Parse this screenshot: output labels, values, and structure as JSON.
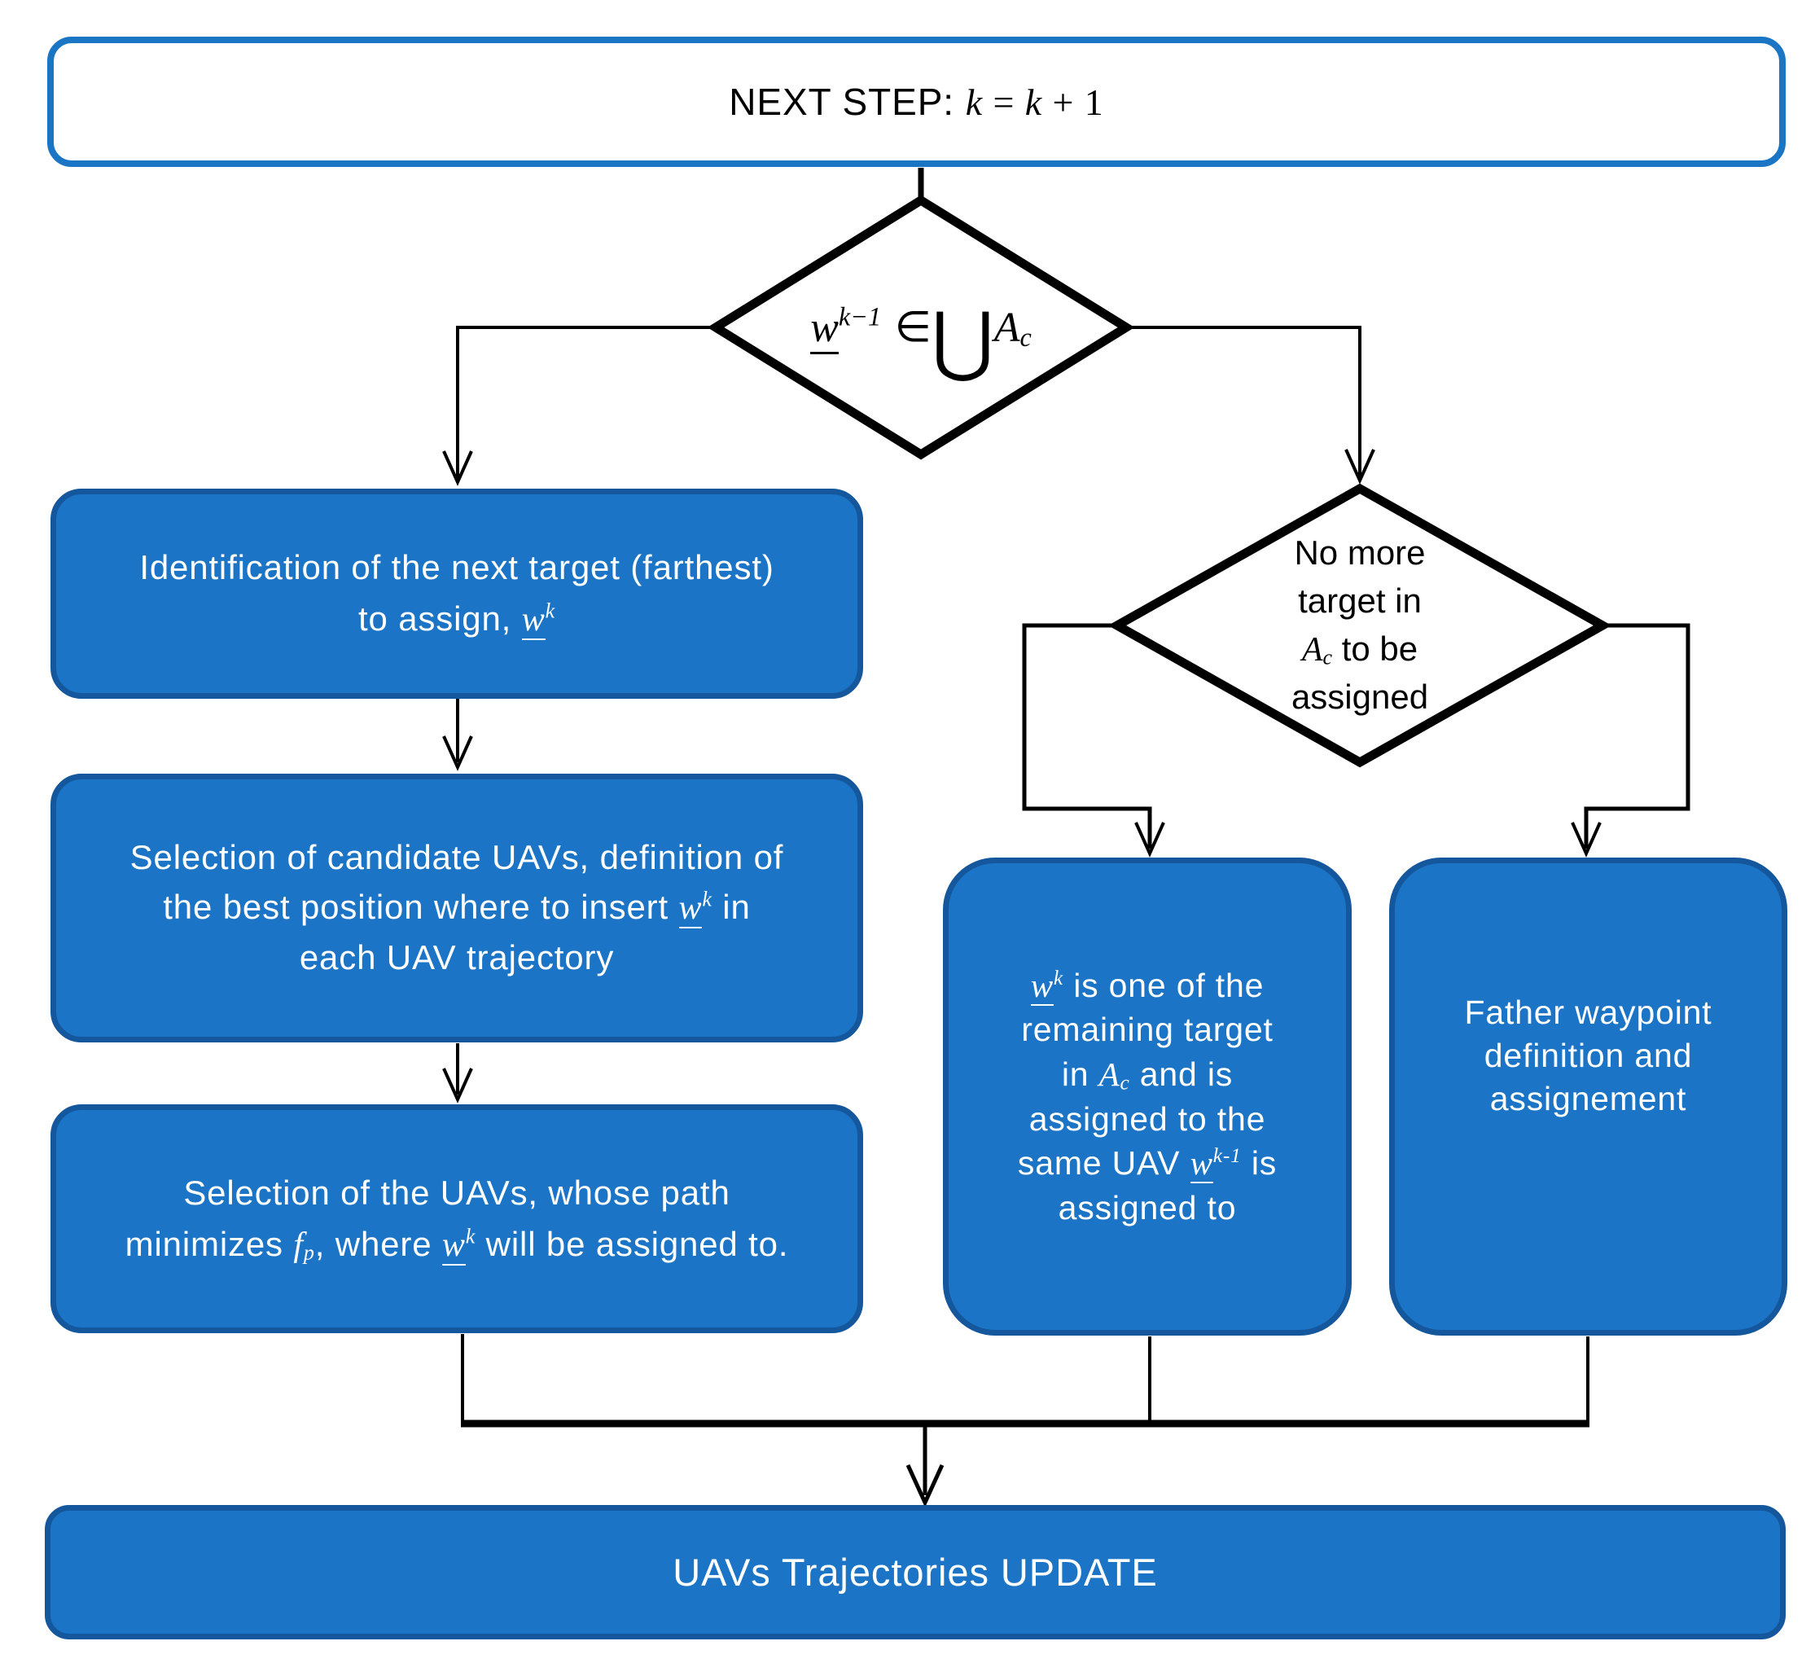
{
  "colors": {
    "node_fill": "#1B74C5",
    "node_border": "#14579C",
    "top_box_border": "#1B75C5",
    "connector": "#000000",
    "node_text": "#FFFFFF",
    "decision_text": "#000000"
  },
  "top_box": {
    "line": [
      {
        "t": "NEXT STEP: ",
        "c": "p"
      },
      {
        "t": "k",
        "c": "m"
      },
      {
        "t": " = ",
        "c": "s"
      },
      {
        "t": "k",
        "c": "m"
      },
      {
        "t": " + 1",
        "c": "s"
      }
    ]
  },
  "decision_membership": {
    "line": [
      {
        "t": "w",
        "c": "mu"
      },
      {
        "t": "k−1",
        "c": "sup"
      },
      {
        "t": " ∈",
        "c": "inop"
      },
      {
        "t": "⋃",
        "c": "cup"
      },
      {
        "t": "A",
        "c": "m"
      },
      {
        "t": "c",
        "c": "sub"
      }
    ]
  },
  "decision_no_more_target": {
    "lines": [
      [
        {
          "t": "No more",
          "c": "p"
        }
      ],
      [
        {
          "t": "target in",
          "c": "p"
        }
      ],
      [
        {
          "t": "A",
          "c": "m"
        },
        {
          "t": "c",
          "c": "sub"
        },
        {
          "t": " to be",
          "c": "p"
        }
      ],
      [
        {
          "t": "assigned",
          "c": "p"
        }
      ]
    ]
  },
  "box_identification": {
    "lines": [
      [
        {
          "t": "Identification of the next target (farthest)",
          "c": "p"
        }
      ],
      [
        {
          "t": "to assign, ",
          "c": "p"
        },
        {
          "t": "w",
          "c": "mu"
        },
        {
          "t": "k",
          "c": "sup"
        }
      ]
    ]
  },
  "box_candidate_selection": {
    "lines": [
      [
        {
          "t": "Selection of candidate UAVs, definition of",
          "c": "p"
        }
      ],
      [
        {
          "t": "the best position where to insert ",
          "c": "p"
        },
        {
          "t": "w",
          "c": "mu"
        },
        {
          "t": "k",
          "c": "sup"
        },
        {
          "t": " in",
          "c": "p"
        }
      ],
      [
        {
          "t": "each UAV trajectory",
          "c": "p"
        }
      ]
    ]
  },
  "box_uav_selection": {
    "lines": [
      [
        {
          "t": "Selection of the UAVs, whose path",
          "c": "p"
        }
      ],
      [
        {
          "t": "minimizes ",
          "c": "p"
        },
        {
          "t": "f",
          "c": "m"
        },
        {
          "t": "p",
          "c": "sub"
        },
        {
          "t": ", where ",
          "c": "p"
        },
        {
          "t": "w",
          "c": "mu"
        },
        {
          "t": "k",
          "c": "sup"
        },
        {
          "t": " will be assigned to.",
          "c": "p"
        }
      ]
    ]
  },
  "box_same_uav": {
    "lines": [
      [
        {
          "t": "w",
          "c": "mu"
        },
        {
          "t": "k",
          "c": "sup"
        },
        {
          "t": " is one of the",
          "c": "p"
        }
      ],
      [
        {
          "t": "remaining target",
          "c": "p"
        }
      ],
      [
        {
          "t": "in ",
          "c": "p"
        },
        {
          "t": "A",
          "c": "m"
        },
        {
          "t": "c",
          "c": "sub"
        },
        {
          "t": " and is",
          "c": "p"
        }
      ],
      [
        {
          "t": "assigned to the",
          "c": "p"
        }
      ],
      [
        {
          "t": "same UAV ",
          "c": "p"
        },
        {
          "t": "w",
          "c": "mu"
        },
        {
          "t": "k-1",
          "c": "sup"
        },
        {
          "t": " is",
          "c": "p"
        }
      ],
      [
        {
          "t": "assigned to",
          "c": "p"
        }
      ]
    ]
  },
  "box_father_waypoint": {
    "lines": [
      [
        {
          "t": "Father waypoint",
          "c": "p"
        }
      ],
      [
        {
          "t": "definition and",
          "c": "p"
        }
      ],
      [
        {
          "t": "assignement",
          "c": "p"
        }
      ]
    ]
  },
  "box_update": {
    "line": [
      {
        "t": "UAVs Trajectories UPDATE",
        "c": "p"
      }
    ]
  }
}
